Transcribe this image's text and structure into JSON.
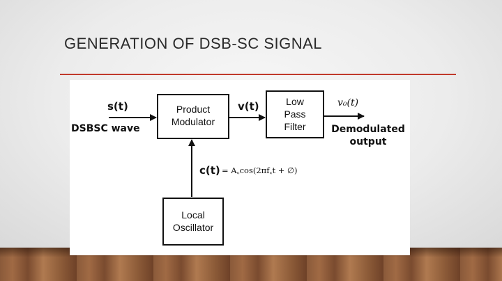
{
  "slide": {
    "title": "GENERATION OF DSB-SC SIGNAL",
    "accent_color": "#c0392b"
  },
  "diagram": {
    "input_signal": "s(t)",
    "input_label": "DSBSC wave",
    "product_modulator": [
      "Product",
      "Modulator"
    ],
    "intermediate_signal": "v(t)",
    "low_pass_filter": [
      "Low",
      "Pass",
      "Filter"
    ],
    "output_signal": "v₀(t)",
    "output_label": [
      "Demodulated",
      "output"
    ],
    "carrier_signal": "c(t)",
    "carrier_equation": "= A꜀cos(2πf꜀t + ∅)",
    "local_oscillator": [
      "Local",
      "Oscillator"
    ]
  }
}
